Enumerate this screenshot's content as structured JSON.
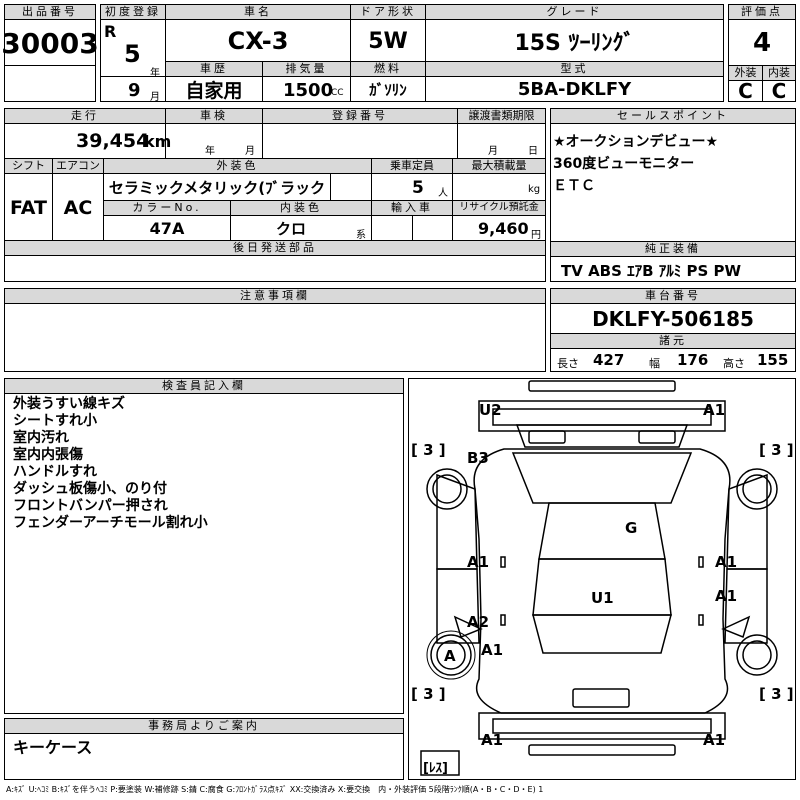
{
  "header": {
    "lot_label": "出品番号",
    "lot": "30003",
    "first_reg_label": "初度登録",
    "era": "R",
    "year": "5",
    "year_unit": "年",
    "month": "9",
    "month_unit": "月",
    "name_label": "車名",
    "name": "CX-3",
    "door_label": "ドア形状",
    "door": "5W",
    "grade_label": "グレード",
    "grade": "15S ﾂｰﾘﾝｸﾞ",
    "score_label": "評価点",
    "score": "4",
    "history_label": "車歴",
    "history": "自家用",
    "displacement_label": "排気量",
    "displacement": "1500",
    "displacement_unit": "CC",
    "fuel_label": "燃料",
    "fuel": "ｶﾞｿﾘﾝ",
    "model_label": "型式",
    "model": "5BA-DKLFY",
    "ext_label": "外装",
    "ext": "C",
    "int_label": "内装",
    "int": "C"
  },
  "row2": {
    "mileage_label": "走行",
    "mileage": "39,454",
    "mileage_unit": "km",
    "inspection_label": "車検",
    "insp_year": "年",
    "insp_month": "月",
    "reg_label": "登録番号",
    "transfer_label": "譲渡書類期限",
    "transfer_month": "月",
    "transfer_day": "日",
    "shift_label": "シフト",
    "shift": "FAT",
    "ac_label": "エアコン",
    "ac": "AC",
    "color_label": "外装色",
    "color": "セラミックメタリック(ﾌﾞラック",
    "seats_label": "乗車定員",
    "seats": "5",
    "seats_unit": "人",
    "load_label": "最大積載量",
    "load_unit": "kg",
    "color_no_label": "カラーNo.",
    "color_no": "47A",
    "interior_label": "内装色",
    "interior": "クロ",
    "interior_unit": "系",
    "import_label": "輸入車",
    "recycle_label": "リサイクル預託金",
    "recycle": "9,460",
    "recycle_unit": "円",
    "later_label": "後日発送部品"
  },
  "sales": {
    "label": "セールスポイント",
    "lines": [
      "★オークションデビュー★",
      "360度ビューモニター",
      "ＥＴＣ"
    ]
  },
  "equipment": {
    "label": "純正装備",
    "value": "TV ABS ｴｱB ｱﾙﾐ PS PW"
  },
  "notes_label": "注意事項欄",
  "chassis": {
    "label": "車台番号",
    "value": "DKLFY-506185",
    "spec_label": "諸元",
    "length_label": "長さ",
    "length": "427",
    "width_label": "幅",
    "width": "176",
    "height_label": "高さ",
    "height": "155"
  },
  "inspector": {
    "label": "検査員記入欄",
    "lines": [
      "外装うすい線キズ",
      "シートすれ小",
      "室内汚れ",
      "室内内張傷",
      "ハンドルすれ",
      "ダッシュ板傷小、のり付",
      "フロントバンパー押され",
      "フェンダーアーチモール割れ小"
    ]
  },
  "office": {
    "label": "事務局よりご案内",
    "value": "キーケース"
  },
  "diagram": {
    "marks": {
      "u2": "U2",
      "a1_rear_r": "A1",
      "b3": "B3",
      "g": "G",
      "a1_left": "A1",
      "a1_right1": "A1",
      "a1_right2": "A1",
      "u1": "U1",
      "a2": "A2",
      "a_wheel": "A",
      "a1_wheel": "A1",
      "a1_front_l": "A1",
      "a1_front_r": "A1"
    },
    "tires": {
      "rl": "[ 3 ]",
      "rr": "[ 3 ]",
      "fl": "[ 3 ]",
      "fr": "[ 3 ]",
      "spare": "[ﾚｽ]"
    }
  },
  "legend": "A:ｷｽﾞ U:ﾍｺﾐ B:ｷｽﾞを伴うﾍｺﾐ P:要塗装 W:補修跡 S:錆 C:腐食 G:ﾌﾛﾝﾄｶﾞﾗｽ点ｷｽﾞ XX:交換済み X:要交換　内・外装評価 5段階ﾗﾝｸ順(A・B・C・D・E) 1"
}
